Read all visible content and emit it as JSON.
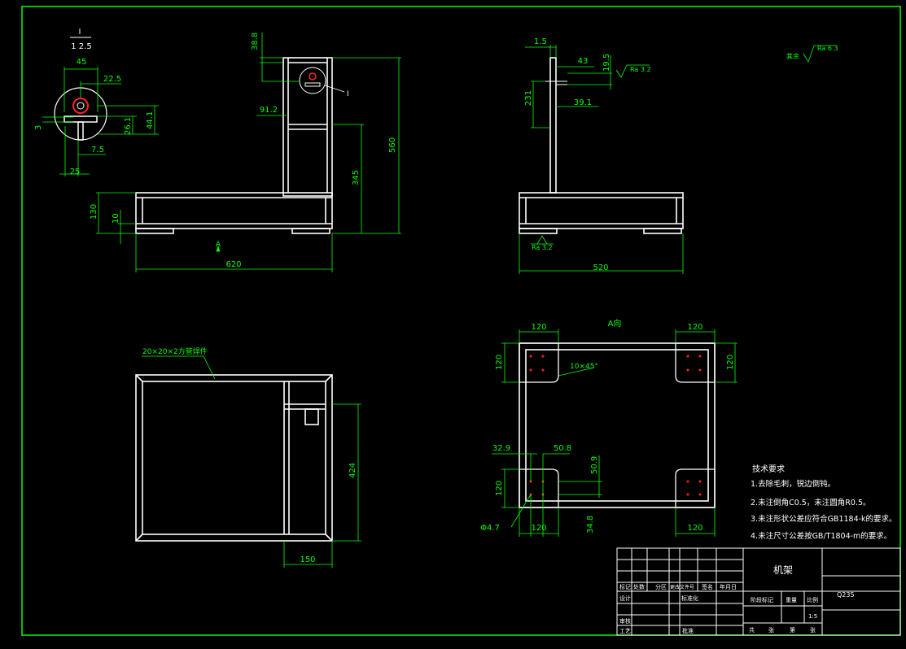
{
  "colors": {
    "background": "#000000",
    "outline": "#ffffff",
    "dimension": "#00ff00",
    "frame": "#00ff00",
    "hole_marker": "#ff2020",
    "note_text": "#ffffff",
    "detail_circle": "#ffffff"
  },
  "detail_label": {
    "letter": "I",
    "scale": "1 2.5"
  },
  "detail_dims": {
    "d45": "45",
    "d22_5": "22.5",
    "d3": "3",
    "d26_1": "26.1",
    "d44_1": "44.1",
    "d7_5": "7.5",
    "d25": "25"
  },
  "front_dims": {
    "d38_8": "38.8",
    "d91_2": "91.2",
    "d560": "560",
    "d345": "345",
    "d130": "130",
    "d10": "10",
    "d620": "620",
    "view_arrow": "A",
    "detail_ref": "I"
  },
  "side_dims": {
    "d1_5": "1.5",
    "d43": "43",
    "d19_5": "19.5",
    "d231": "231",
    "d39_1": "39.1",
    "rough_top": "Ra 3.2",
    "rough_bottom": "Ra 3.2",
    "d520": "520"
  },
  "top_view": {
    "material_callout": "20×20×2方管焊件",
    "d424": "424",
    "d150": "150"
  },
  "view_a": {
    "title": "A向",
    "d120_top_left": "120",
    "d120_top_right": "120",
    "d120_left_top": "120",
    "d120_right_top": "120",
    "chamfer": "10×45°",
    "d32_9": "32.9",
    "d50_8": "50.8",
    "d50_9": "50.9",
    "d120_left_bottom": "120",
    "d4_7": "Φ4.7",
    "d120_bottom_left": "120",
    "d34_8": "34.8",
    "d120_bottom_right": "120"
  },
  "surface_finish": {
    "label": "其余",
    "value": "Ra 6.3"
  },
  "notes": {
    "title": "技术要求",
    "items": [
      "1.去除毛刺，锐边倒钝。",
      "2.未注倒角C0.5，未注圆角R0.5。",
      "3.未注形状公差应符合GB1184-k的要求。",
      "4.未注尺寸公差按GB/T1804-m的要求。"
    ]
  },
  "title_block": {
    "part_name": "机架",
    "material": "Q235",
    "row_labels": [
      "标记",
      "处数",
      "分区",
      "更改文件号",
      "签名",
      "年月日"
    ],
    "designer": "设计",
    "standardize": "标准化",
    "review": "审核",
    "process": "工艺",
    "approve": "批准",
    "stage_mark": "阶段标记",
    "weight": "重量",
    "scale_label": "比例",
    "scale_value": "1:5",
    "sheets_total": "共",
    "sheet_word": "张",
    "sheet_index": "第"
  }
}
